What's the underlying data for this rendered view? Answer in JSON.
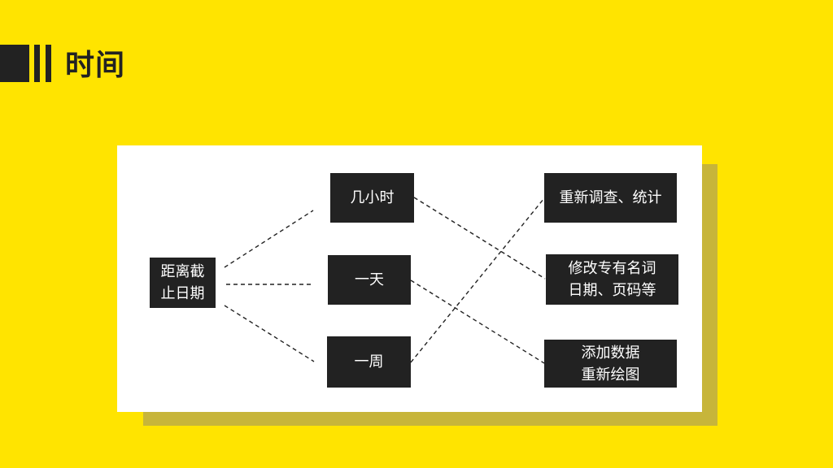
{
  "header": {
    "title": "时间"
  },
  "diagram": {
    "root": {
      "lines": [
        "距离截",
        "止日期"
      ]
    },
    "middle": [
      {
        "label": "几小时"
      },
      {
        "label": "一天"
      },
      {
        "label": "一周"
      }
    ],
    "outcomes": [
      {
        "lines": [
          "重新调查、统计"
        ]
      },
      {
        "lines": [
          "修改专有名词",
          "日期、页码等"
        ]
      },
      {
        "lines": [
          "添加数据",
          "重新绘图"
        ]
      }
    ],
    "connections": [
      {
        "from": "几小时",
        "to": "修改专有名词 日期、页码等"
      },
      {
        "from": "一天",
        "to": "添加数据 重新绘图"
      },
      {
        "from": "一周",
        "to": "重新调查、统计"
      }
    ],
    "colors": {
      "background": "#FFE400",
      "box": "#222222",
      "box_text": "#FFFFFF",
      "shadow": "#C7B53A",
      "card": "#FFFFFF"
    }
  }
}
